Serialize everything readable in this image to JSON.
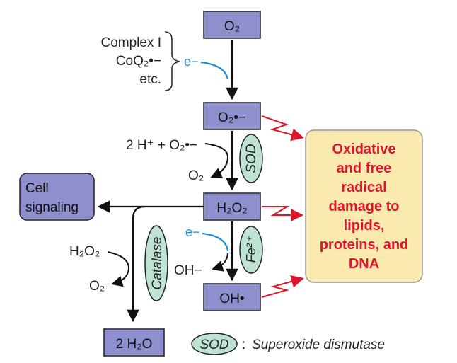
{
  "colors": {
    "species_box_fill": "#8e8fcc",
    "enzyme_fill": "#bfe3d3",
    "damage_fill": "#fbeab0",
    "damage_text": "#e0142a",
    "electron_blue": "#1e8fcf",
    "red_arrow": "#e0142a"
  },
  "species": {
    "o2": "O₂",
    "superoxide": "O₂•−",
    "h2o2": "H₂O₂",
    "hydroxyl_radical": "OH•",
    "water": "2 H₂O",
    "cell_signaling": [
      "Cell",
      "signaling"
    ]
  },
  "sources": [
    "Complex I",
    "CoQ₂•−",
    "etc."
  ],
  "electron": "e−",
  "sod_reaction": {
    "reactants": "2 H⁺ + O₂•−",
    "product": "O₂"
  },
  "fenton_reaction": {
    "electron": "e−",
    "product": "OH−"
  },
  "catalase_reaction": {
    "reactant": "H₂O₂",
    "product": "O₂"
  },
  "enzymes": {
    "sod": "SOD",
    "iron": "Fe²⁺",
    "catalase": "Catalase"
  },
  "damage": [
    "Oxidative",
    "and free",
    "radical",
    "damage to",
    "lipids,",
    "proteins, and",
    "DNA"
  ],
  "legend": {
    "abbr": "SOD",
    "separator": ":",
    "meaning": "Superoxide dismutase"
  }
}
